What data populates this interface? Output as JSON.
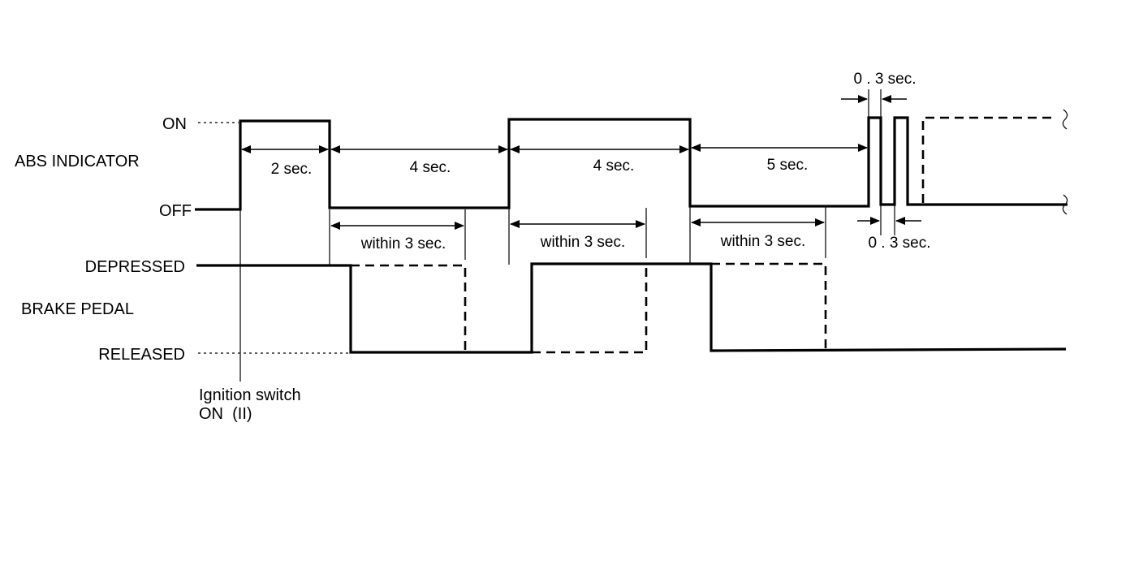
{
  "labels": {
    "on": "ON",
    "abs_indicator": "ABS INDICATOR",
    "off": "OFF",
    "depressed": "DEPRESSED",
    "brake_pedal": "BRAKE PEDAL",
    "released": "RELEASED",
    "ignition_line1": "Ignition switch",
    "ignition_line2": "ON  (II)"
  },
  "intervals": {
    "t1": "2 sec.",
    "t2": "4 sec.",
    "t3": "4 sec.",
    "t4": "5 sec.",
    "w1": "within 3 sec.",
    "w2": "within 3 sec.",
    "w3": "within 3 sec.",
    "p_top": "0 . 3 sec.",
    "p_bottom": "0 . 3 sec."
  }
}
